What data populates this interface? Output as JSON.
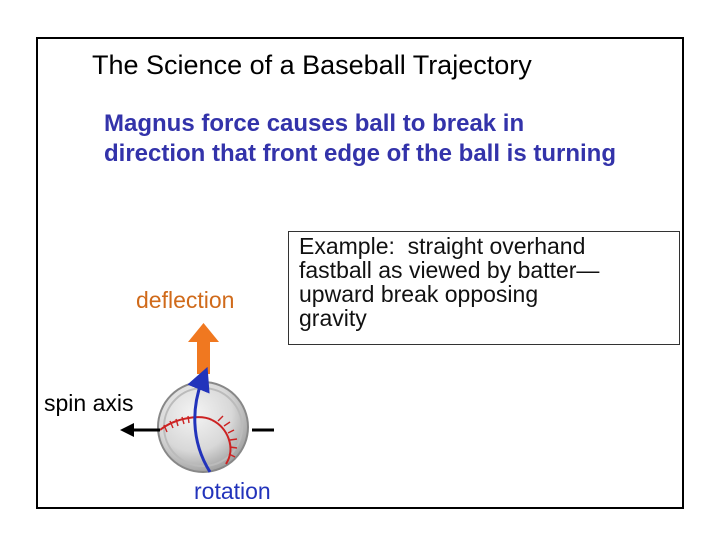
{
  "title": "The Science of a Baseball Trajectory",
  "subtitle": "Magnus force causes ball to break in direction that front edge of the ball is turning",
  "example": {
    "line1": "Example:  straight overhand",
    "line2": "fastball as viewed by batter—",
    "line3": "upward break opposing",
    "line4": "gravity"
  },
  "labels": {
    "deflection": "deflection",
    "spin_axis": "spin axis",
    "rotation": "rotation"
  },
  "colors": {
    "subtitle": "#3333aa",
    "deflection": "#f07820",
    "rotation": "#2233bb",
    "stitches": "#cc2222"
  },
  "icons": [
    "baseball-icon",
    "deflection-arrow-icon",
    "spin-axis-arrow-icon",
    "rotation-arrow-icon"
  ]
}
